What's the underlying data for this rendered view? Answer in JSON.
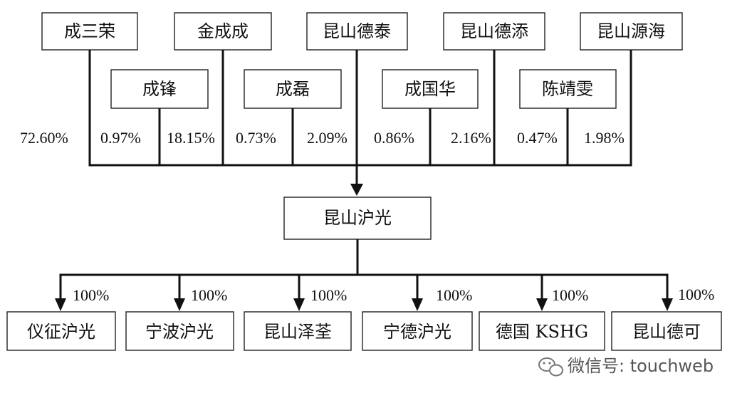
{
  "shareholders_top": [
    "成三荣",
    "金成成",
    "昆山德泰",
    "昆山德添",
    "昆山源海"
  ],
  "shareholders_mid": [
    "成锋",
    "成磊",
    "成国华",
    "陈靖雯"
  ],
  "percentages": [
    "72.60%",
    "0.97%",
    "18.15%",
    "0.73%",
    "2.09%",
    "0.86%",
    "2.16%",
    "0.47%",
    "1.98%"
  ],
  "center_company": "昆山沪光",
  "subsidiaries": [
    {
      "name": "仪征沪光",
      "pct": "100%"
    },
    {
      "name": "宁波沪光",
      "pct": "100%"
    },
    {
      "name": "昆山泽荃",
      "pct": "100%"
    },
    {
      "name": "宁德沪光",
      "pct": "100%"
    },
    {
      "name": "德国 KSHG",
      "pct": "100%"
    },
    {
      "name": "昆山德可",
      "pct": "100%"
    }
  ],
  "watermark": {
    "label": "微信号: touchweb",
    "icon": "wechat-icon"
  }
}
